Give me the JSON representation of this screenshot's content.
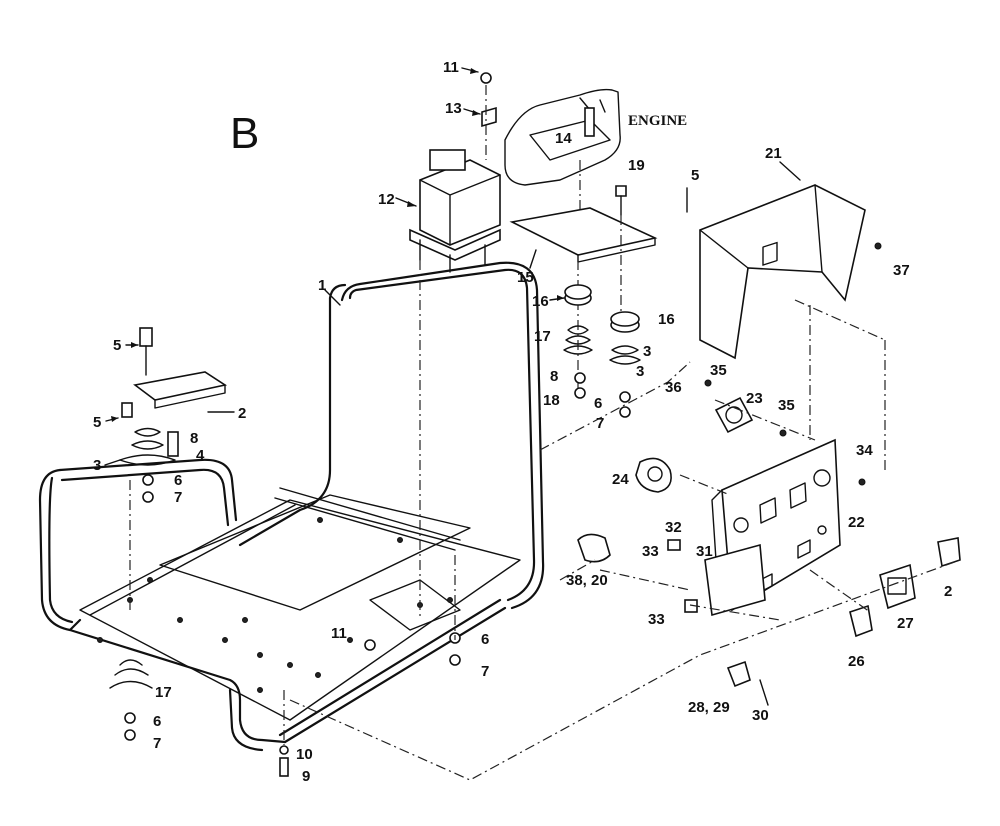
{
  "section_letter": "B",
  "engine_label": "ENGINE",
  "callouts": {
    "c1": "1",
    "c2": "2",
    "c3a": "3",
    "c3b": "3",
    "c3c": "3",
    "c4": "4",
    "c5a": "5",
    "c5b": "5",
    "c5c": "5",
    "c6a": "6",
    "c6b": "6",
    "c6c": "6",
    "c6d": "6",
    "c7a": "7",
    "c7b": "7",
    "c7c": "7",
    "c7d": "7",
    "c8a": "8",
    "c8b": "8",
    "c9": "9",
    "c10": "10",
    "c11a": "11",
    "c11b": "11",
    "c12": "12",
    "c13": "13",
    "c14": "14",
    "c15": "15",
    "c16a": "16",
    "c16b": "16",
    "c17a": "17",
    "c17b": "17",
    "c18": "18",
    "c19": "19",
    "c21": "21",
    "c22": "22",
    "c23": "23",
    "c24": "24",
    "c25": "2",
    "c26": "26",
    "c27": "27",
    "c28": "28, 29",
    "c30": "30",
    "c31": "31",
    "c32": "32",
    "c33a": "33",
    "c33b": "33",
    "c34": "34",
    "c35a": "35",
    "c35b": "35",
    "c36": "36",
    "c37": "37",
    "c38": "38, 20"
  }
}
